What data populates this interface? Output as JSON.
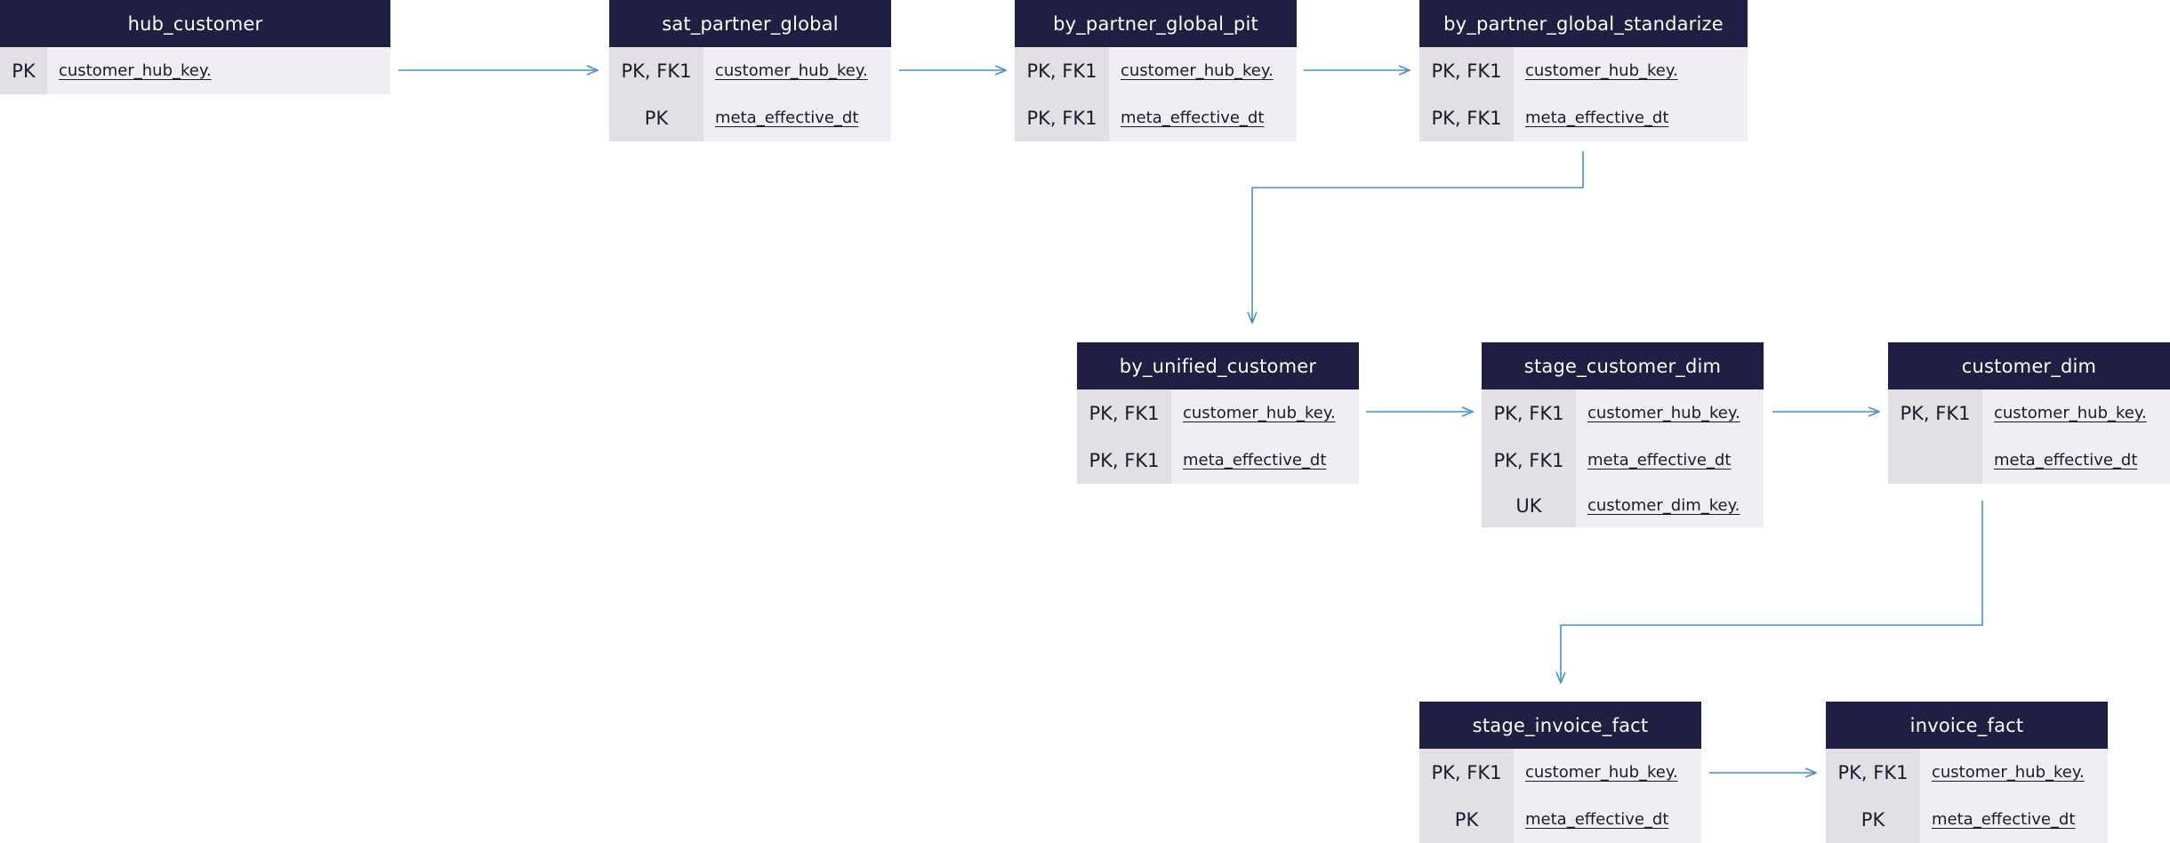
{
  "entities": {
    "hub_customer": {
      "title": "hub_customer",
      "rows": [
        {
          "key": "PK",
          "field": "customer_hub_key."
        }
      ]
    },
    "sat_partner_global": {
      "title": "sat_partner_global",
      "rows": [
        {
          "key": "PK, FK1",
          "field": "customer_hub_key."
        },
        {
          "key": "PK",
          "field": "meta_effective_dt"
        }
      ]
    },
    "by_partner_global_pit": {
      "title": "by_partner_global_pit",
      "rows": [
        {
          "key": "PK, FK1",
          "field": "customer_hub_key."
        },
        {
          "key": "PK, FK1",
          "field": "meta_effective_dt"
        }
      ]
    },
    "by_partner_global_standarize": {
      "title": "by_partner_global_standarize",
      "rows": [
        {
          "key": "PK, FK1",
          "field": "customer_hub_key."
        },
        {
          "key": "PK, FK1",
          "field": "meta_effective_dt"
        }
      ]
    },
    "by_unified_customer": {
      "title": "by_unified_customer",
      "rows": [
        {
          "key": "PK, FK1",
          "field": "customer_hub_key."
        },
        {
          "key": "PK, FK1",
          "field": "meta_effective_dt"
        }
      ]
    },
    "stage_customer_dim": {
      "title": "stage_customer_dim",
      "rows": [
        {
          "key": "PK, FK1",
          "field": "customer_hub_key."
        },
        {
          "key": "PK, FK1",
          "field": "meta_effective_dt"
        },
        {
          "key": "UK",
          "field": "customer_dim_key."
        }
      ]
    },
    "customer_dim": {
      "title": "customer_dim",
      "rows": [
        {
          "key": "PK, FK1",
          "field": "customer_hub_key."
        },
        {
          "key": "",
          "field": "meta_effective_dt"
        }
      ]
    },
    "stage_invoice_fact": {
      "title": "stage_invoice_fact",
      "rows": [
        {
          "key": "PK, FK1",
          "field": "customer_hub_key."
        },
        {
          "key": "PK",
          "field": "meta_effective_dt"
        }
      ]
    },
    "invoice_fact": {
      "title": "invoice_fact",
      "rows": [
        {
          "key": "PK, FK1",
          "field": "customer_hub_key."
        },
        {
          "key": "PK",
          "field": "meta_effective_dt"
        }
      ]
    }
  },
  "colors": {
    "header_bg": "#1e1f42",
    "header_text": "#ffffff",
    "key_bg": "#e2dfe5",
    "field_bg": "#f0eef2",
    "connector": "#4a90c8"
  }
}
